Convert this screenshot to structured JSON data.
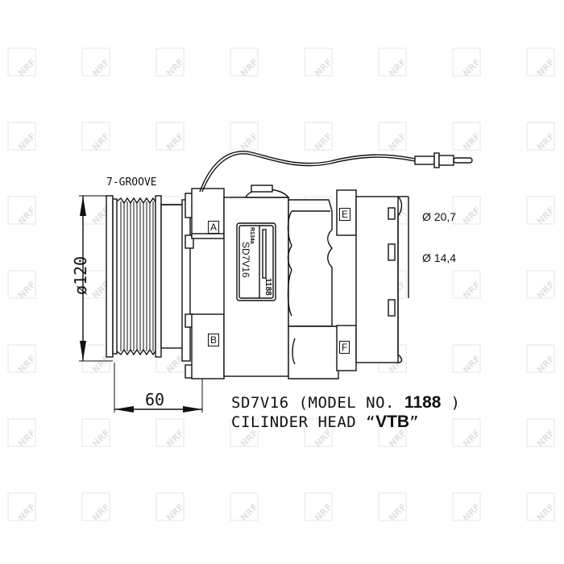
{
  "drawing": {
    "subject": "A/C compressor technical drawing",
    "watermark": "NRF",
    "labels": {
      "groove": "7-GROOVE",
      "pulley_diameter": "ø120",
      "pulley_depth": "60",
      "port_a": "A",
      "port_b": "B",
      "port_e": "E",
      "port_f": "F",
      "port_diameter_large": "Ø 20,7",
      "port_diameter_small": "Ø 14,4"
    },
    "nameplate": {
      "model_code": "SD7V16",
      "model_number": "1188",
      "refrigerant": "R134a"
    },
    "caption": {
      "line1_prefix": "SD7V16 (MODEL NO.",
      "line1_number": "1188",
      "line1_suffix": ")",
      "line2_prefix": "CILINDER HEAD “",
      "line2_head": "VTB",
      "line2_suffix": "”"
    },
    "colors": {
      "line": "#111111",
      "watermark": "#e4e4e4",
      "background": "#ffffff"
    }
  }
}
